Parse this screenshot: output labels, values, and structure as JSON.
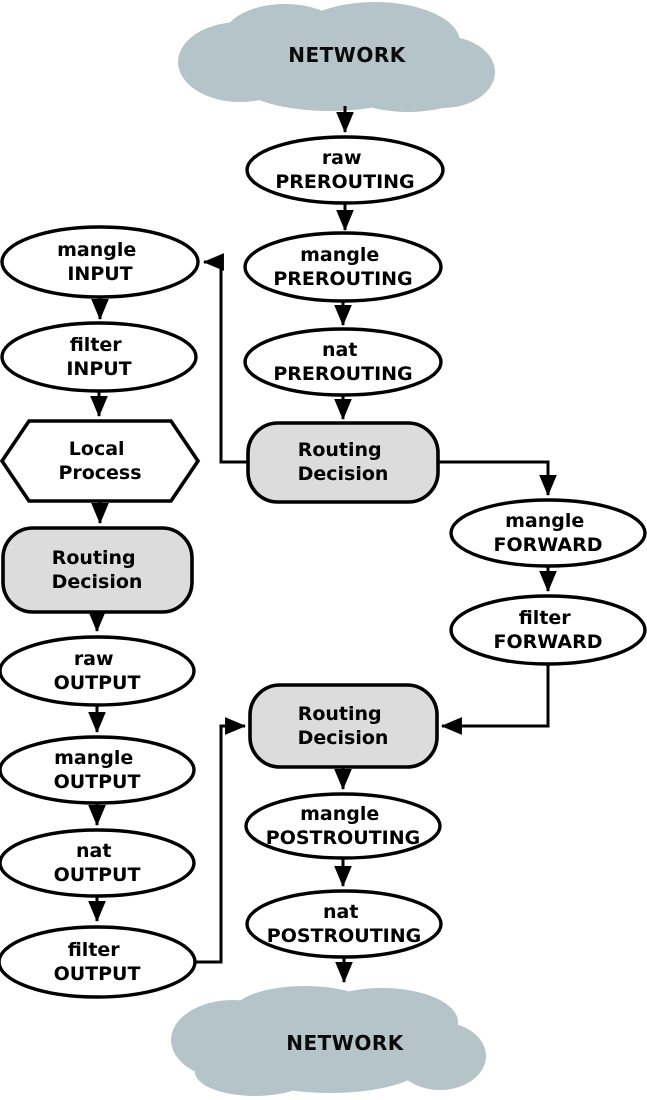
{
  "colors": {
    "background": "#ffffff",
    "cloud_fill": "#b4c4c8",
    "decision_fill": "#dcdcdc",
    "chain_fill": "#ffffff",
    "stroke": "#000000"
  },
  "clouds": {
    "top": {
      "label": "NETWORK"
    },
    "bottom": {
      "label": "NETWORK"
    }
  },
  "nodes": {
    "raw_prerouting": {
      "line1": "raw",
      "line2": "PREROUTING"
    },
    "mangle_prerouting": {
      "line1": "mangle",
      "line2": "PREROUTING"
    },
    "nat_prerouting": {
      "line1": "nat",
      "line2": "PREROUTING"
    },
    "routing_decision_mid": {
      "line1": "Routing",
      "line2": "Decision"
    },
    "mangle_input": {
      "line1": "mangle",
      "line2": "INPUT"
    },
    "filter_input": {
      "line1": "filter",
      "line2": "INPUT"
    },
    "local_process": {
      "line1": "Local",
      "line2": "Process"
    },
    "routing_decision_left": {
      "line1": "Routing",
      "line2": "Decision"
    },
    "raw_output": {
      "line1": "raw",
      "line2": "OUTPUT"
    },
    "mangle_output": {
      "line1": "mangle",
      "line2": "OUTPUT"
    },
    "nat_output": {
      "line1": "nat",
      "line2": "OUTPUT"
    },
    "filter_output": {
      "line1": "filter",
      "line2": "OUTPUT"
    },
    "mangle_forward": {
      "line1": "mangle",
      "line2": "FORWARD"
    },
    "filter_forward": {
      "line1": "filter",
      "line2": "FORWARD"
    },
    "routing_decision_bottom": {
      "line1": "Routing",
      "line2": "Decision"
    },
    "mangle_postrouting": {
      "line1": "mangle",
      "line2": "POSTROUTING"
    },
    "nat_postrouting": {
      "line1": "nat",
      "line2": "POSTROUTING"
    }
  }
}
